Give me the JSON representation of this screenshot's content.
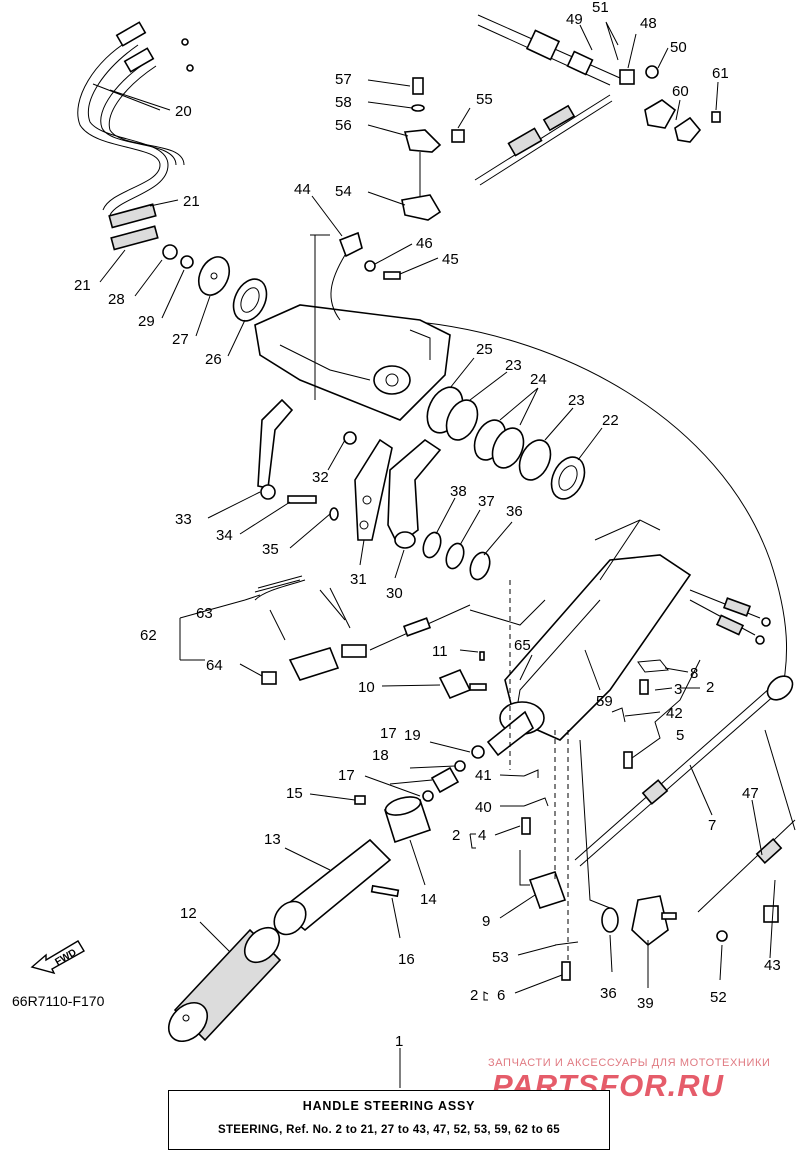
{
  "diagram_code": "66R7110-F170",
  "fwd_label": "FWD",
  "title": "HANDLE STEERING ASSY",
  "subtitle": "STEERING,  Ref. No. 2 to 21, 27 to 43, 47, 52, 53, 59, 62 to 65",
  "watermark": {
    "text": "PARTSFOR.RU",
    "subtext": "ЗАПЧАСТИ И АКСЕССУАРЫ ДЛЯ МОТОТЕХНИКИ"
  },
  "callouts": {
    "n1": "1",
    "n2a": "2",
    "n2b": "2",
    "n2c": "2",
    "n3": "3",
    "n4": "4",
    "n5": "5",
    "n6": "6",
    "n7": "7",
    "n8": "8",
    "n9": "9",
    "n10": "10",
    "n11": "11",
    "n12": "12",
    "n13": "13",
    "n14": "14",
    "n15": "15",
    "n16": "16",
    "n17a": "17",
    "n17b": "17",
    "n18": "18",
    "n19": "19",
    "n20": "20",
    "n21a": "21",
    "n21b": "21",
    "n22": "22",
    "n23a": "23",
    "n23b": "23",
    "n24": "24",
    "n25": "25",
    "n26": "26",
    "n27": "27",
    "n28": "28",
    "n29": "29",
    "n30": "30",
    "n31": "31",
    "n32": "32",
    "n33": "33",
    "n34": "34",
    "n35": "35",
    "n36a": "36",
    "n36b": "36",
    "n37": "37",
    "n38": "38",
    "n39": "39",
    "n40": "40",
    "n41": "41",
    "n42": "42",
    "n43": "43",
    "n44": "44",
    "n45": "45",
    "n46": "46",
    "n47": "47",
    "n48": "48",
    "n49": "49",
    "n50": "50",
    "n51": "51",
    "n52": "52",
    "n53": "53",
    "n54": "54",
    "n55": "55",
    "n56": "56",
    "n57": "57",
    "n58": "58",
    "n59": "59",
    "n60": "60",
    "n61": "61",
    "n62": "62",
    "n63": "63",
    "n64": "64",
    "n65": "65"
  }
}
